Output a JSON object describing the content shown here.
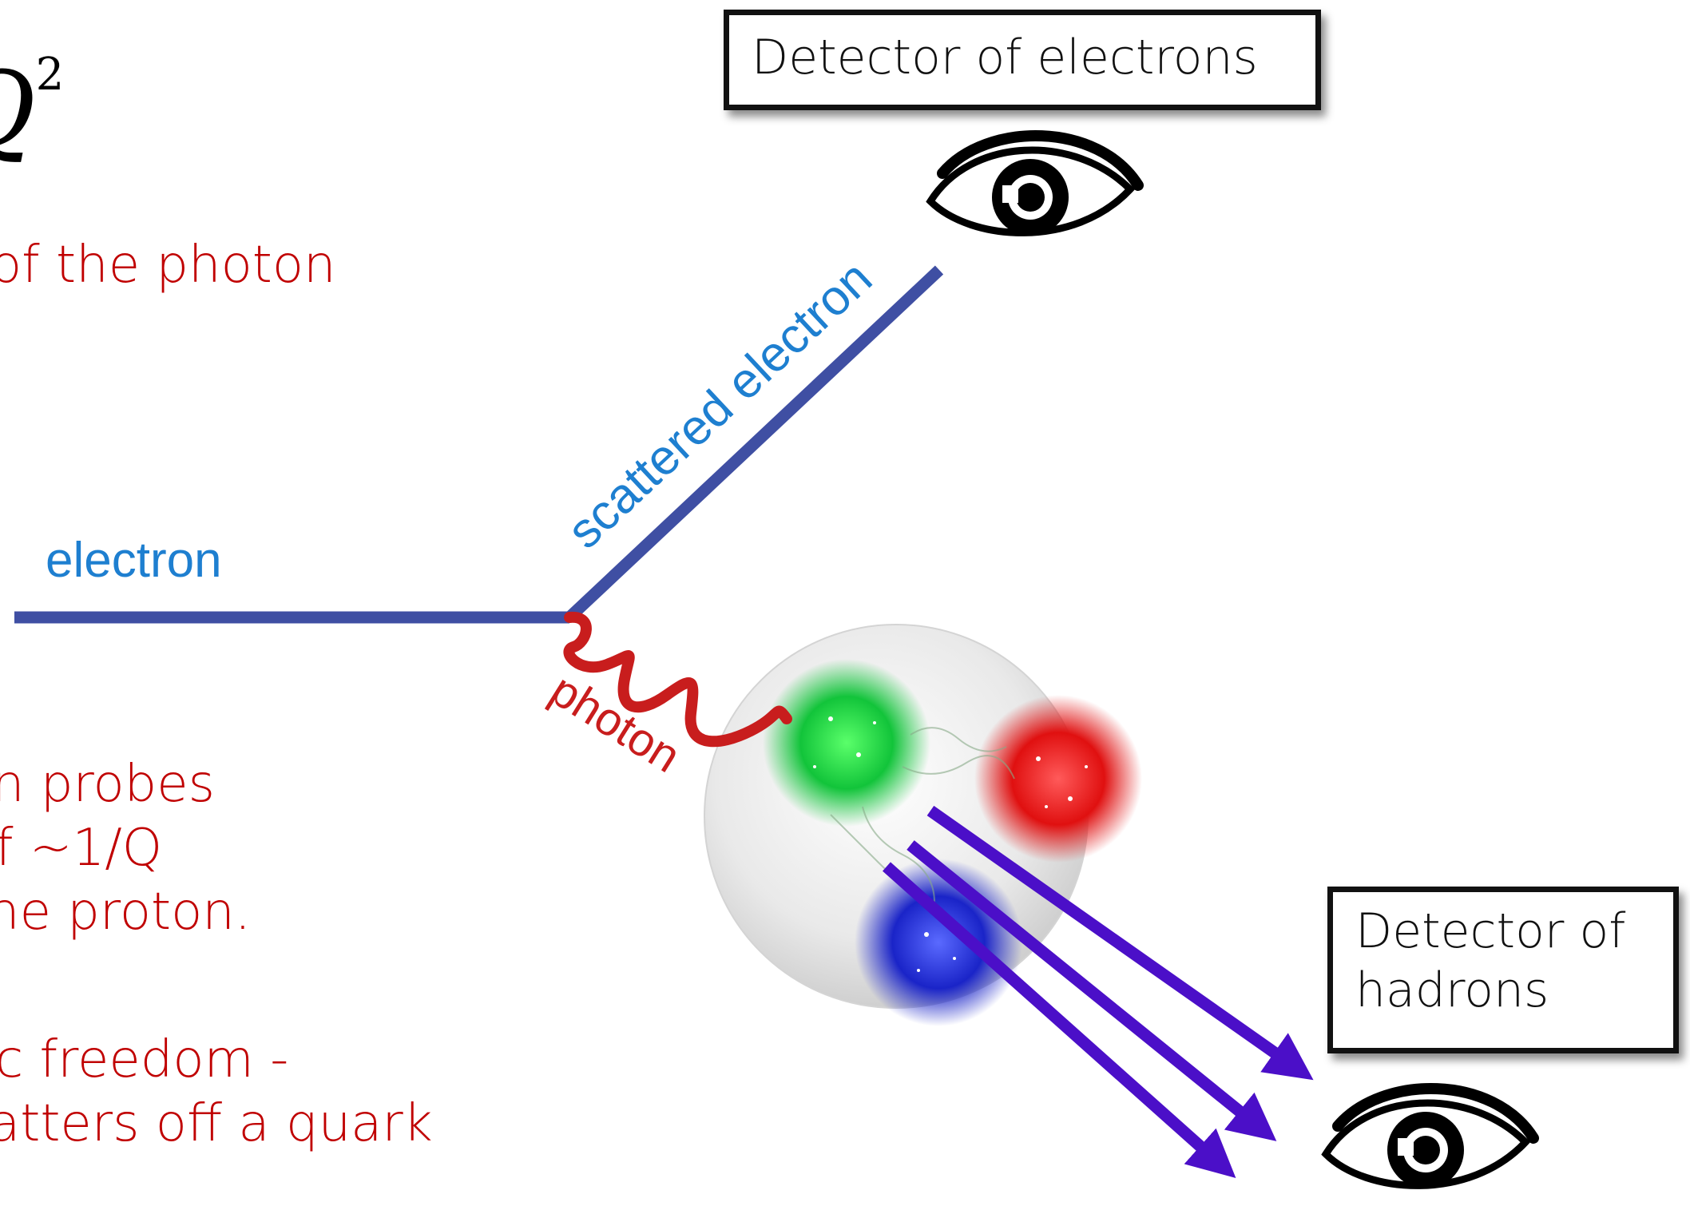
{
  "equation_fragment": {
    "base": "Q",
    "exponent": "2"
  },
  "left_text": {
    "line1": "of the photon",
    "line2": "n probes",
    "line3": "f ~1/Q",
    "line4": "he proton.",
    "line5": "c freedom -",
    "line6": "atters off a quark"
  },
  "labels": {
    "electron": "electron",
    "scattered_electron": "scattered electron",
    "photon": "photon"
  },
  "boxes": {
    "electron_detector": "Detector of electrons",
    "hadron_detector_line1": "Detector of",
    "hadron_detector_line2": "hadrons"
  },
  "colors": {
    "text_red": "#c00000",
    "label_blue": "#1e7fd0",
    "electron_line": "#3f4fa3",
    "photon": "#c81d1d",
    "hadron_arrows": "#4b0fc8"
  },
  "icons": [
    "eye-icon",
    "eye-icon"
  ]
}
